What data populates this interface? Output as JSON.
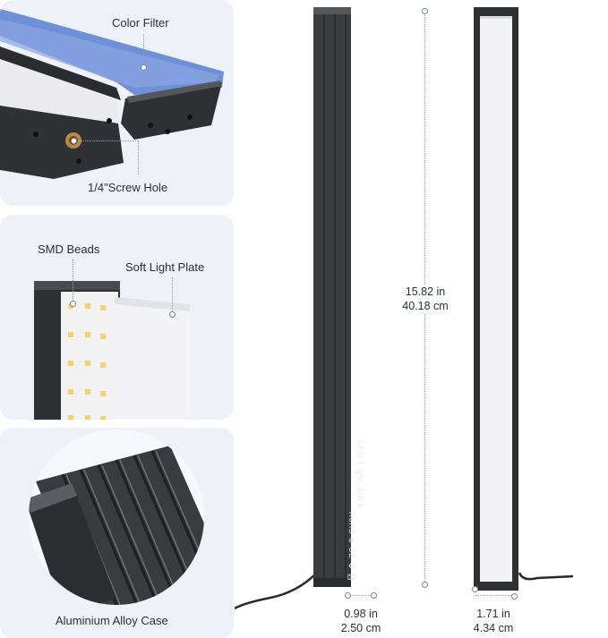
{
  "callouts": {
    "color_filter": "Color Filter",
    "screw_hole": "1/4\"Screw Hole",
    "smd_beads": "SMD Beads",
    "soft_light_plate": "Soft Light Plate",
    "alloy_case": "Aluminium Alloy Case"
  },
  "dimensions": {
    "height_in": "15.82 in",
    "height_cm": "40.18 cm",
    "depth_in": "0.98 in",
    "depth_cm": "2.50 cm",
    "width_in": "1.71 in",
    "width_cm": "4.34 cm"
  },
  "product_print": {
    "name": "LED  Light  Stick",
    "certs": "RoHS ⊕ CE ♻ ⌧"
  },
  "colors": {
    "panel_bg": "#eef1f7",
    "stick_body": "#3a3b3e",
    "filter_blue": "#6f8fd6",
    "diffuser": "#f4f4f6"
  }
}
